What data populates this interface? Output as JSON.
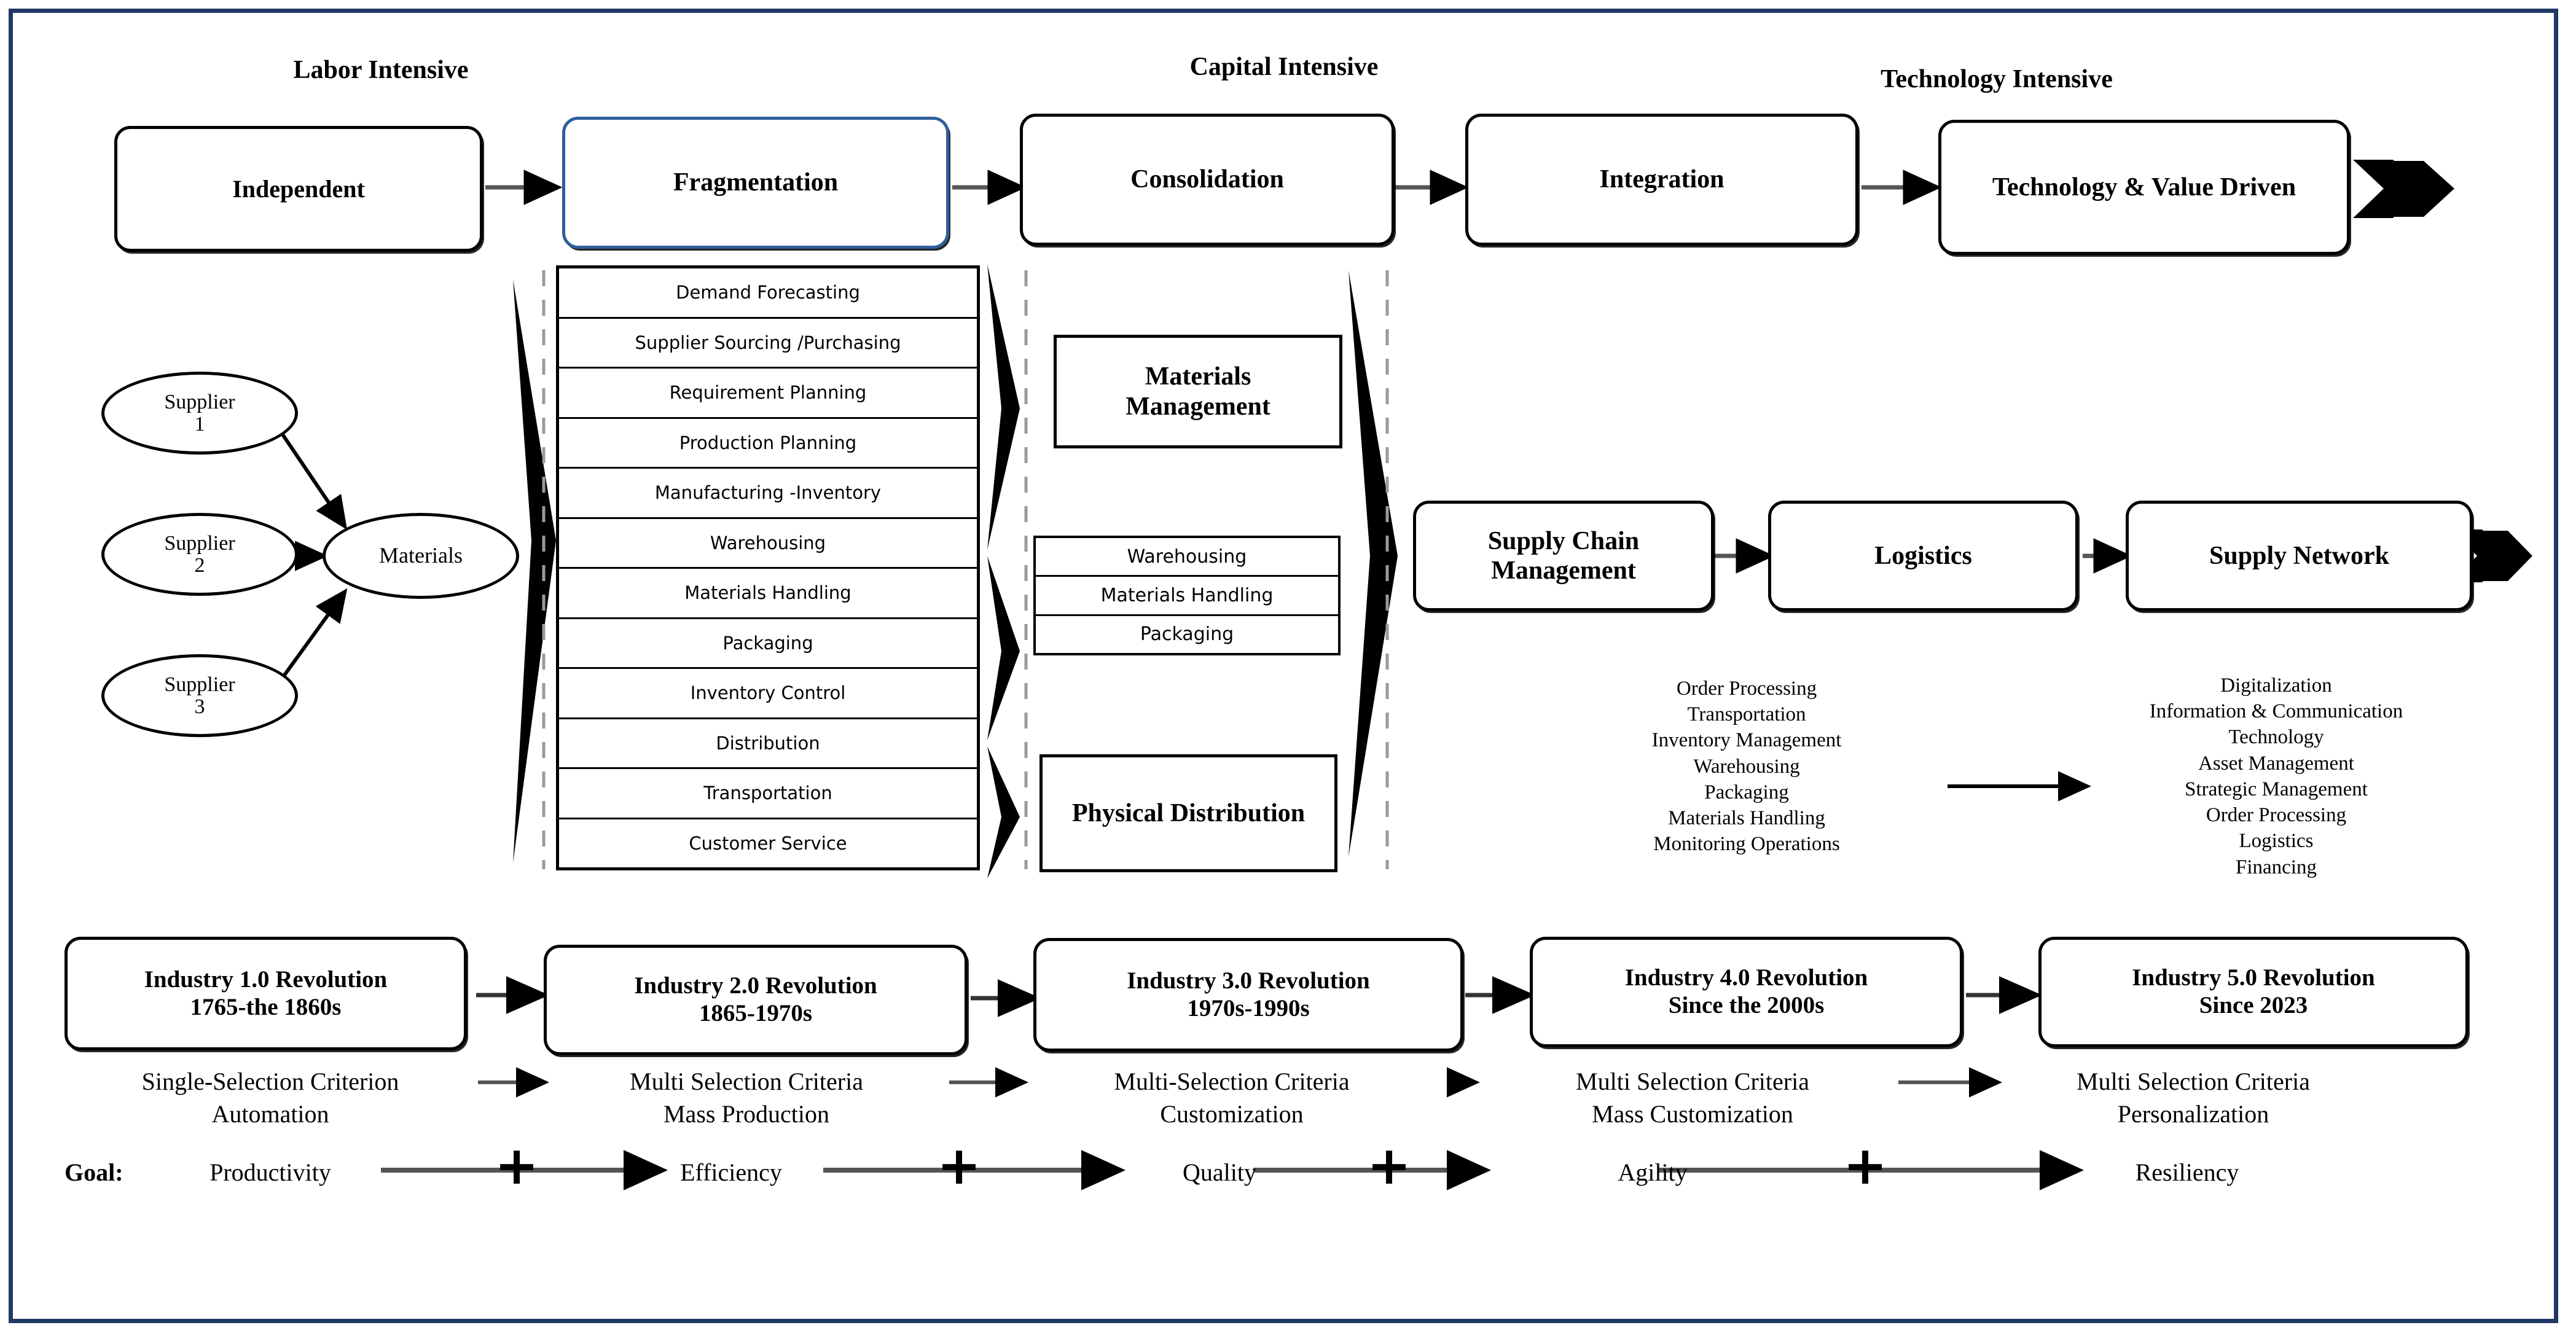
{
  "diagram": {
    "title": "Evolution of Supply Chain Management",
    "border_color": "#1f3864",
    "highlight_color": "#2e5f9a"
  },
  "phases": [
    {
      "label": "Labor Intensive"
    },
    {
      "label": "Capital Intensive"
    },
    {
      "label": "Technology Intensive"
    }
  ],
  "evolution_stages": [
    {
      "label": "Independent"
    },
    {
      "label": "Fragmentation",
      "highlighted": true
    },
    {
      "label": "Consolidation"
    },
    {
      "label": "Integration"
    },
    {
      "label": "Technology & Value Driven"
    }
  ],
  "suppliers": [
    {
      "label": "Supplier\n1"
    },
    {
      "label": "Supplier\n2"
    },
    {
      "label": "Supplier\n3"
    }
  ],
  "materials_node": {
    "label": "Materials"
  },
  "functions": [
    "Demand Forecasting",
    "Supplier Sourcing /Purchasing",
    "Requirement Planning",
    "Production Planning",
    "Manufacturing -Inventory",
    "Warehousing",
    "Materials Handling",
    "Packaging",
    "Inventory Control",
    "Distribution",
    "Transportation",
    "Customer Service"
  ],
  "middle_groups": {
    "materials_management": {
      "label": "Materials Management"
    },
    "shared_functions": [
      "Warehousing",
      "Materials Handling",
      "Packaging"
    ],
    "physical_distribution": {
      "label": "Physical Distribution"
    }
  },
  "scm_chain": [
    {
      "label": "Supply Chain Management"
    },
    {
      "label": "Logistics"
    },
    {
      "label": "Supply Network"
    }
  ],
  "logistics_activities": [
    "Order Processing",
    "Transportation",
    "Inventory Management",
    "Warehousing",
    "Packaging",
    "Materials Handling",
    "Monitoring Operations"
  ],
  "network_activities": [
    "Digitalization",
    "Information & Communication",
    "Technology",
    "Asset Management",
    "Strategic Management",
    "Order Processing",
    "Logistics",
    "Financing"
  ],
  "industry_revolutions": [
    {
      "name": "Industry 1.0 Revolution",
      "period": "1765-the 1860s"
    },
    {
      "name": "Industry 2.0 Revolution",
      "period": "1865-1970s"
    },
    {
      "name": "Industry 3.0 Revolution",
      "period": "1970s-1990s"
    },
    {
      "name": "Industry 4.0 Revolution",
      "period": "Since the 2000s"
    },
    {
      "name": "Industry 5.0 Revolution",
      "period": "Since 2023"
    }
  ],
  "criteria_rows": [
    {
      "criterion": "Single-Selection Criterion",
      "mode": "Automation",
      "goal": "Productivity"
    },
    {
      "criterion": "Multi Selection Criteria",
      "mode": "Mass Production",
      "goal": "Efficiency"
    },
    {
      "criterion": "Multi-Selection Criteria",
      "mode": "Customization",
      "goal": "Quality"
    },
    {
      "criterion": "Multi Selection Criteria",
      "mode": "Mass Customization",
      "goal": "Agility"
    },
    {
      "criterion": "Multi Selection Criteria",
      "mode": "Personalization",
      "goal": "Resiliency"
    }
  ],
  "goal_label": "Goal:",
  "plus_symbol": "+"
}
